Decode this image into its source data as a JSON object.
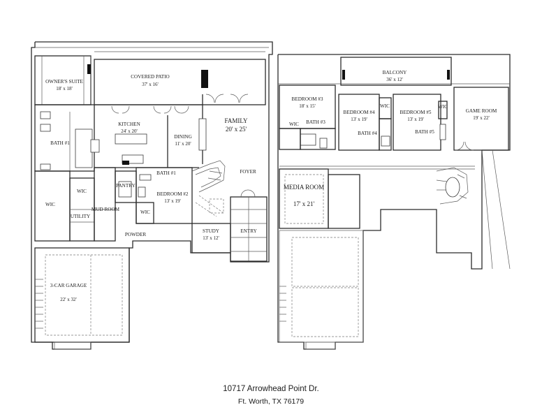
{
  "address": {
    "street": "10717 Arrowhead Point Dr.",
    "city_state_zip": "Ft. Worth, TX 76179"
  },
  "first_floor": {
    "rooms": [
      {
        "key": "owners_suite",
        "name": "OWNER'S SUITE",
        "dims": "18' x 18'"
      },
      {
        "key": "covered_patio",
        "name": "COVERED PATIO",
        "dims": "37' x 16'"
      },
      {
        "key": "kitchen",
        "name": "KITCHEN",
        "dims": "24' x 20'"
      },
      {
        "key": "family",
        "name": "FAMILY",
        "dims": "20' x 25'"
      },
      {
        "key": "dining",
        "name": "DINING",
        "dims": "11' x 20'"
      },
      {
        "key": "bath1",
        "name": "BATH #1",
        "dims": ""
      },
      {
        "key": "bath2",
        "name": "BATH #1",
        "dims": ""
      },
      {
        "key": "pantry",
        "name": "PANTRY",
        "dims": ""
      },
      {
        "key": "bedroom2",
        "name": "BEDROOM #2",
        "dims": "13' x 19'"
      },
      {
        "key": "wic_a",
        "name": "WIC",
        "dims": ""
      },
      {
        "key": "wic_b",
        "name": "WIC",
        "dims": ""
      },
      {
        "key": "wic_c",
        "name": "WIC",
        "dims": ""
      },
      {
        "key": "utility",
        "name": "UTILITY",
        "dims": ""
      },
      {
        "key": "mud_room",
        "name": "MUD ROOM",
        "dims": ""
      },
      {
        "key": "powder",
        "name": "POWDER",
        "dims": ""
      },
      {
        "key": "foyer",
        "name": "FOYER",
        "dims": ""
      },
      {
        "key": "study",
        "name": "STUDY",
        "dims": "13' x 12'"
      },
      {
        "key": "entry",
        "name": "ENTRY",
        "dims": ""
      },
      {
        "key": "garage",
        "name": "3-CAR GARAGE",
        "dims": "22' x 32'"
      }
    ]
  },
  "second_floor": {
    "rooms": [
      {
        "key": "balcony",
        "name": "BALCONY",
        "dims": "36' x 12'"
      },
      {
        "key": "bedroom3",
        "name": "BEDROOM #3",
        "dims": "18' x 15'"
      },
      {
        "key": "bedroom4",
        "name": "BEDROOM #4",
        "dims": "13' x 19'"
      },
      {
        "key": "bedroom5",
        "name": "BEDROOM #5",
        "dims": "13' x 19'"
      },
      {
        "key": "game_room",
        "name": "GAME ROOM",
        "dims": "19' x 22'"
      },
      {
        "key": "wic_d",
        "name": "WIC",
        "dims": ""
      },
      {
        "key": "wic_e",
        "name": "WIC",
        "dims": ""
      },
      {
        "key": "wic_f",
        "name": "WIC",
        "dims": ""
      },
      {
        "key": "bath3",
        "name": "BATH #3",
        "dims": ""
      },
      {
        "key": "bath4",
        "name": "BATH #4",
        "dims": ""
      },
      {
        "key": "bath5",
        "name": "BATH #5",
        "dims": ""
      },
      {
        "key": "media_room",
        "name": "MEDIA ROOM",
        "dims": "17' x 21'"
      }
    ]
  }
}
